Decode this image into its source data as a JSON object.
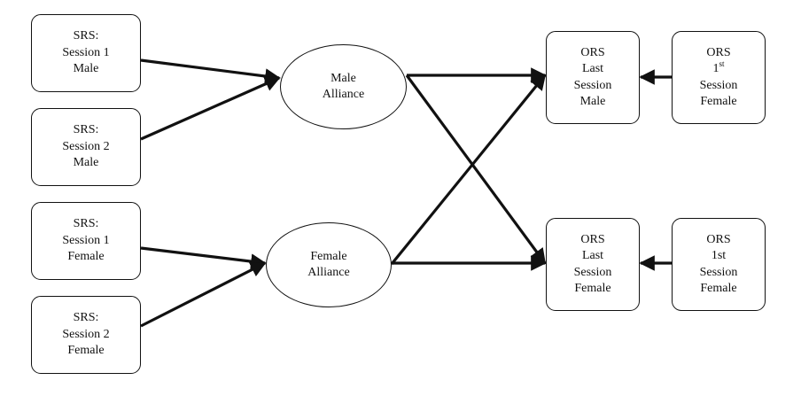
{
  "srs_boxes": [
    {
      "line1": "SRS:",
      "line2": "Session 1",
      "line3": "Male"
    },
    {
      "line1": "SRS:",
      "line2": "Session 2",
      "line3": "Male"
    },
    {
      "line1": "SRS:",
      "line2": "Session 1",
      "line3": "Female"
    },
    {
      "line1": "SRS:",
      "line2": "Session 2",
      "line3": "Female"
    }
  ],
  "alliances": [
    {
      "line1": "Male",
      "line2": "Alliance"
    },
    {
      "line1": "Female",
      "line2": "Alliance"
    }
  ],
  "ors_boxes": [
    {
      "line1": "ORS",
      "line2": "Last",
      "line3": "Session",
      "line4": "Male"
    },
    {
      "line1": "ORS",
      "line2_main": "1",
      "line2_sup": "st",
      "line3": "Session",
      "line4": "Female"
    },
    {
      "line1": "ORS",
      "line2": "Last",
      "line3": "Session",
      "line4": "Female"
    },
    {
      "line1": "ORS",
      "line2": "1st",
      "line3": "Session",
      "line4": "Female"
    }
  ]
}
